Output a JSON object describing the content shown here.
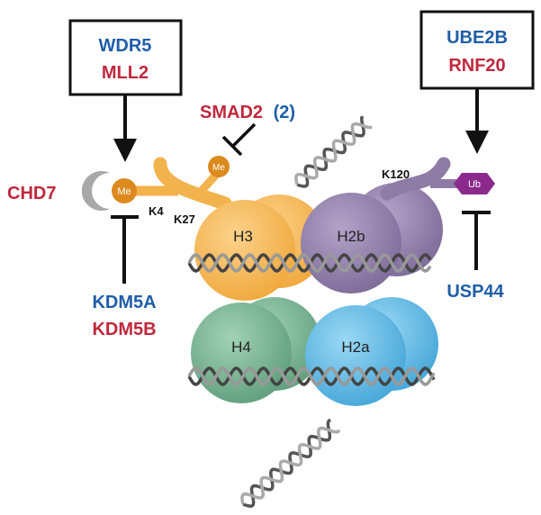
{
  "colors": {
    "blue": "#1f5ea8",
    "red": "#c0283c",
    "orange": "#f2b24c",
    "orange_dark": "#dc8a1e",
    "purple": "#8e7ba6",
    "purple_dark": "#6b5a85",
    "green": "#6fae8c",
    "light_blue": "#5fb9e6",
    "ub": "#8b2a8c",
    "gray": "#9a9a9a",
    "black": "#111111"
  },
  "left_writer_box": {
    "line1": "WDR5",
    "line2": "MLL2"
  },
  "right_writer_box": {
    "line1": "UBE2B",
    "line2": "RNF20"
  },
  "reader": "CHD7",
  "smad": {
    "name": "SMAD2",
    "count": "(2)"
  },
  "left_erasers": {
    "line1": "KDM5A",
    "line2": "KDM5B"
  },
  "right_eraser": "USP44",
  "marks": {
    "me_k4": "Me",
    "me_k27": "Me",
    "ub": "Ub"
  },
  "residues": {
    "k4": "K4",
    "k27": "K27",
    "k120": "K120"
  },
  "histones": {
    "h3": "H3",
    "h2b": "H2b",
    "h4": "H4",
    "h2a": "H2a"
  }
}
